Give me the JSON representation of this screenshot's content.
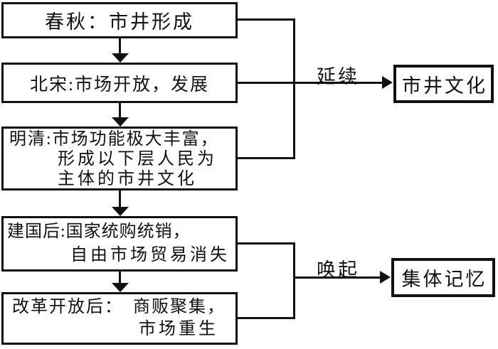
{
  "diagram": {
    "boxes": {
      "box1": {
        "text": "春秋：市井形成"
      },
      "box2": {
        "text": "北宋:市场开放，发展"
      },
      "box3": {
        "line1": "明清:市场功能极大丰富，",
        "line2": "形成以下层人民为",
        "line3": "主体的市井文化"
      },
      "box4": {
        "line1": "建国后:国家统购统销，",
        "line2": "自由市场贸易消失"
      },
      "box5": {
        "line1": "改革开放后：　商贩聚集，",
        "line2": "市场重生"
      },
      "culture": {
        "text": "市井文化"
      },
      "memory": {
        "text": "集体记忆"
      }
    },
    "edge_labels": {
      "continue": "延续",
      "evoke": "唤起"
    },
    "colors": {
      "line": "#111111",
      "background": "#ffffff"
    }
  }
}
